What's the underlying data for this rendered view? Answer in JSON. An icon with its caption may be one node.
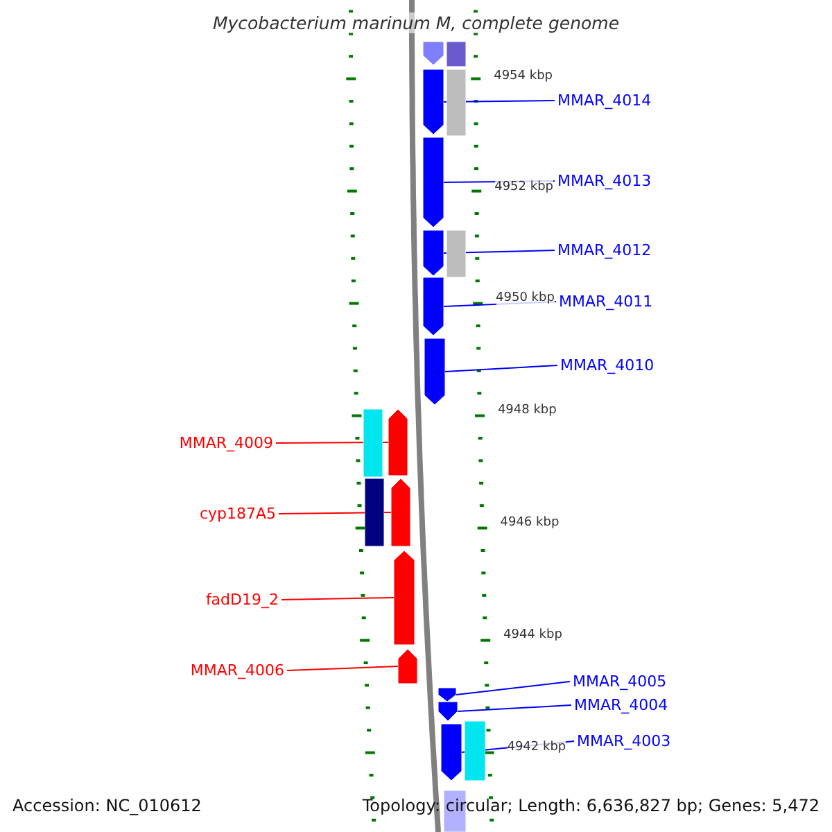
{
  "diagram": {
    "title": "Mycobacterium marinum M, complete genome",
    "nodes": [
      {
        "text": [
          "MMAR_4014"
        ]
      },
      {
        "text": [
          "MMAR_4013"
        ]
      },
      {
        "text": [
          "MMAR_4012"
        ]
      },
      {
        "text": [
          "MMAR_4011"
        ]
      },
      {
        "text": [
          "MMAR_4010"
        ]
      },
      {
        "text": [
          "MMAR_4009"
        ]
      },
      {
        "text": [
          "cyp187A5"
        ]
      },
      {
        "text": [
          "fadD19_2"
        ]
      },
      {
        "text": [
          "MMAR_4006"
        ]
      },
      {
        "text": [
          "MMAR_4005"
        ]
      },
      {
        "text": [
          "MMAR_4004"
        ]
      },
      {
        "text": [
          "MMAR_4003"
        ]
      },
      {
        "text": [],
        "shape": "pentagon"
      },
      {
        "text": [],
        "shape": "box"
      },
      {
        "text": [],
        "shape": "pentagon"
      },
      {
        "text": [],
        "shape": "box"
      },
      {
        "text": [],
        "shape": "pentagon"
      },
      {
        "text": [],
        "shape": "pentagon"
      },
      {
        "text": [],
        "shape": "box"
      },
      {
        "text": [],
        "shape": "pentagon"
      },
      {
        "text": [],
        "shape": "pentagon"
      },
      {
        "text": [],
        "shape": "box"
      },
      {
        "text": [],
        "shape": "pentagon"
      },
      {
        "text": [],
        "shape": "box"
      },
      {
        "text": [],
        "shape": "pentagon"
      },
      {
        "text": [],
        "shape": "pentagon"
      },
      {
        "text": [],
        "shape": "pentagon"
      },
      {
        "text": [],
        "shape": "pentagon"
      },
      {
        "text": [],
        "shape": "pentagon"
      },
      {
        "text": [],
        "shape": "pentagon"
      },
      {
        "text": [],
        "shape": "box"
      },
      {
        "text": [],
        "shape": "box"
      }
    ],
    "edges": [
      {
        "from": 0,
        "to": 14,
        "arrow": "none"
      },
      {
        "from": 1,
        "to": 16,
        "arrow": "none"
      },
      {
        "from": 2,
        "to": 17,
        "arrow": "none"
      },
      {
        "from": 3,
        "to": 19,
        "arrow": "none"
      },
      {
        "from": 4,
        "to": 20,
        "arrow": "none"
      },
      {
        "from": 5,
        "to": 22,
        "arrow": "none",
        "color": "#ff0000"
      },
      {
        "from": 6,
        "to": 24,
        "arrow": "none",
        "color": "#ff0000"
      },
      {
        "from": 7,
        "to": 25,
        "arrow": "none",
        "color": "#ff0000"
      },
      {
        "from": 8,
        "to": 26,
        "arrow": "none",
        "color": "#ff0000"
      },
      {
        "from": 9,
        "to": 27,
        "arrow": "none"
      },
      {
        "from": 10,
        "to": 28,
        "arrow": "none"
      },
      {
        "from": 11,
        "to": 29,
        "arrow": "none"
      }
    ],
    "labels": [
      "4954 kbp",
      "4952 kbp",
      "4950 kbp",
      "4948 kbp",
      "4946 kbp",
      "4944 kbp",
      "4942 kbp",
      "Accession: NC_010612",
      "Topology: circular; Length: 6,636,827 bp; Genes: 5,472"
    ]
  }
}
